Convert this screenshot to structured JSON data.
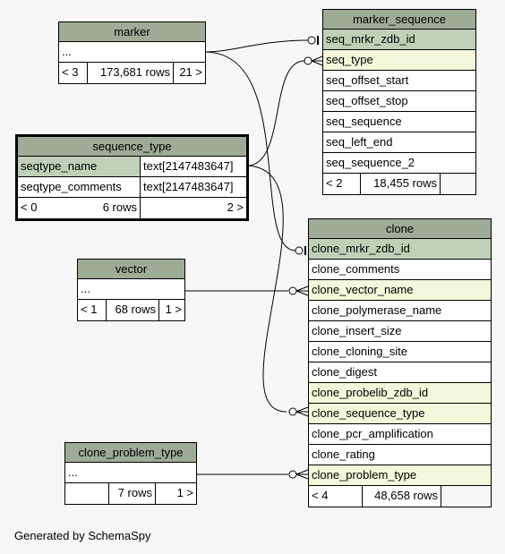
{
  "diagram": {
    "tables": {
      "marker": {
        "name": "marker",
        "placeholder": "...",
        "parents": "< 3",
        "rows": "173,681 rows",
        "children": "21 >"
      },
      "marker_sequence": {
        "name": "marker_sequence",
        "columns": [
          "seq_mrkr_zdb_id",
          "seq_type",
          "seq_offset_start",
          "seq_offset_stop",
          "seq_sequence",
          "seq_left_end",
          "seq_sequence_2"
        ],
        "parents": "< 2",
        "rows": "18,455 rows"
      },
      "sequence_type": {
        "name": "sequence_type",
        "columns": [
          {
            "name": "seqtype_name",
            "type": "text[2147483647]"
          },
          {
            "name": "seqtype_comments",
            "type": "text[2147483647]"
          }
        ],
        "parents": "< 0",
        "rows": "6 rows",
        "children": "2 >"
      },
      "vector": {
        "name": "vector",
        "placeholder": "...",
        "parents": "< 1",
        "rows": "68 rows",
        "children": "1 >"
      },
      "clone": {
        "name": "clone",
        "columns": [
          "clone_mrkr_zdb_id",
          "clone_comments",
          "clone_vector_name",
          "clone_polymerase_name",
          "clone_insert_size",
          "clone_cloning_site",
          "clone_digest",
          "clone_probelib_zdb_id",
          "clone_sequence_type",
          "clone_pcr_amplification",
          "clone_rating",
          "clone_problem_type"
        ],
        "parents": "< 4",
        "rows": "48,658 rows"
      },
      "clone_problem_type": {
        "name": "clone_problem_type",
        "placeholder": "...",
        "rows": "7 rows",
        "children": "1 >"
      }
    },
    "colors": {
      "header": "#9eab96",
      "primary_key": "#bed1b8",
      "foreign_key": "#f4f7da",
      "background": "#f7f7f7"
    },
    "footer": "Generated by SchemaSpy"
  }
}
